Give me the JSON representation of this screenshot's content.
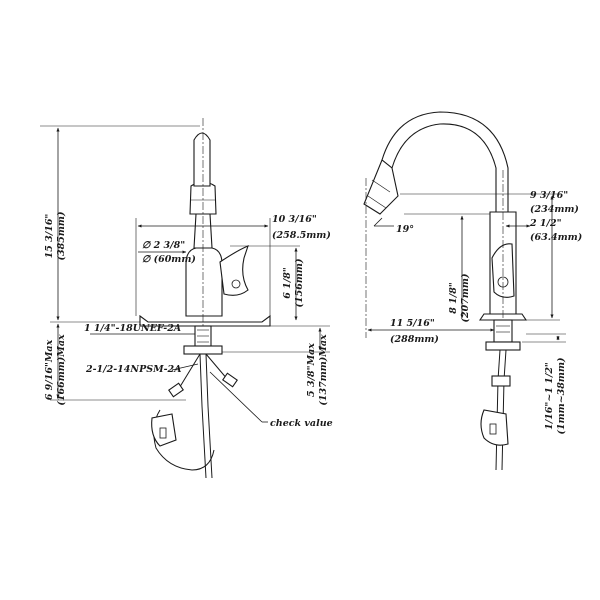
{
  "front_view": {
    "overall_height": "15 3/16\"",
    "overall_height_mm": "(385mm)",
    "reach": "10 3/16\"",
    "reach_mm": "(258.5mm)",
    "base_diameter": "∅ 2 3/8\"",
    "base_diameter_mm": "∅ (60mm)",
    "handle_height": "6 1/8\"",
    "handle_height_mm": "(156mm)",
    "shank_thread": "1 1/4\"-18UNEF-2A",
    "deck_max": "5 3/8\"Max",
    "deck_max_mm": "(137mm)Max",
    "supply_thread": "2-1/2-14NPSM-2A",
    "supply_max": "6 9/16\"Max",
    "supply_max_mm": "(166mm)Max",
    "check_valve_label": "check value"
  },
  "side_view": {
    "spout_height": "9 3/16\"",
    "spout_height_mm": "(234mm)",
    "spout_angle": "19°",
    "spout_offset": "2 1/2\"",
    "spout_offset_mm": "(63.4mm)",
    "body_height": "8 1/8\"",
    "body_height_mm": "(207mm)",
    "total_reach": "11 5/16\"",
    "total_reach_mm": "(288mm)",
    "deck_range": "1/16\"~1 1/2\"",
    "deck_range_mm": "(1mm~38mm)"
  }
}
